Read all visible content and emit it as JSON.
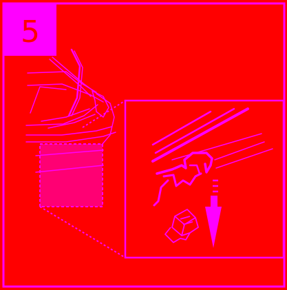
{
  "step": {
    "number": "5"
  },
  "colors": {
    "background": "#FF0000",
    "accent": "#FF00FF",
    "step_text": "#FF0000"
  },
  "illustration": {
    "car_rear_overview": "car-rear-icon",
    "highlight_region": "highlight-area",
    "detail_callout": "detail-zoom-panel",
    "clip": "retaining-clip-icon",
    "direction": "arrow-down-icon"
  }
}
